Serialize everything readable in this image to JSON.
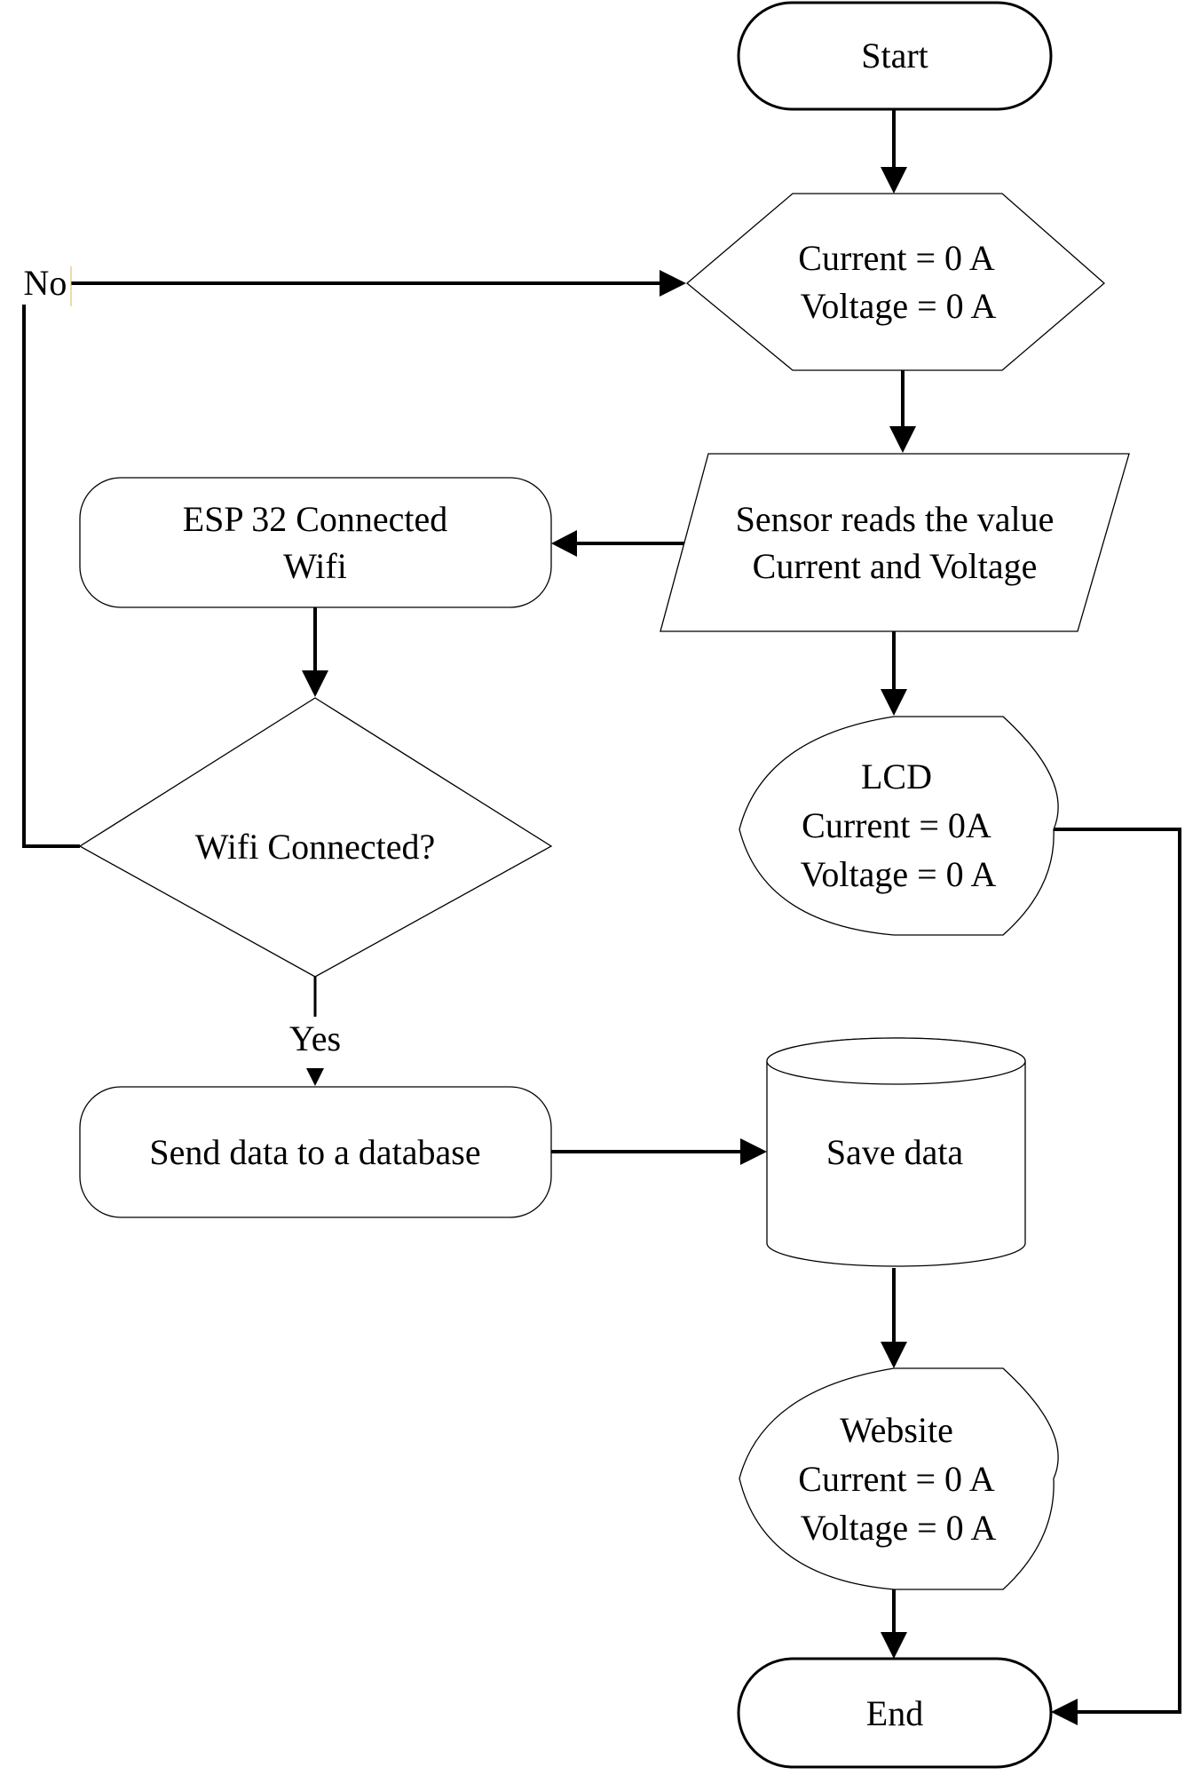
{
  "diagram": {
    "type": "flowchart",
    "nodes": {
      "start": {
        "shape": "terminator",
        "lines": [
          "Start"
        ]
      },
      "init": {
        "shape": "preparation-hexagon",
        "lines": [
          "Current = 0 A",
          "Voltage = 0 A"
        ]
      },
      "sensor": {
        "shape": "data-parallelogram",
        "lines": [
          "Sensor reads the value",
          "Current and Voltage"
        ]
      },
      "esp": {
        "shape": "rounded-process",
        "lines": [
          "ESP 32 Connected",
          "Wifi"
        ]
      },
      "lcd": {
        "shape": "display",
        "lines": [
          "LCD",
          "Current = 0A",
          "Voltage = 0 A"
        ]
      },
      "decision": {
        "shape": "decision-diamond",
        "lines": [
          "Wifi Connected?"
        ]
      },
      "send": {
        "shape": "rounded-process",
        "lines": [
          "Send data to a database"
        ]
      },
      "save": {
        "shape": "database-cylinder",
        "lines": [
          "Save data"
        ]
      },
      "website": {
        "shape": "display",
        "lines": [
          "Website",
          "Current = 0 A",
          "Voltage = 0 A"
        ]
      },
      "end": {
        "shape": "terminator",
        "lines": [
          "End"
        ]
      }
    },
    "edge_labels": {
      "no": "No",
      "yes": "Yes"
    },
    "edges": [
      {
        "from": "start",
        "to": "init"
      },
      {
        "from": "init",
        "to": "sensor"
      },
      {
        "from": "sensor",
        "to": "esp"
      },
      {
        "from": "sensor",
        "to": "lcd"
      },
      {
        "from": "esp",
        "to": "decision"
      },
      {
        "from": "decision",
        "to": "init",
        "label": "No"
      },
      {
        "from": "decision",
        "to": "send",
        "label": "Yes"
      },
      {
        "from": "send",
        "to": "save"
      },
      {
        "from": "save",
        "to": "website"
      },
      {
        "from": "website",
        "to": "end"
      },
      {
        "from": "lcd",
        "to": "end"
      }
    ]
  }
}
